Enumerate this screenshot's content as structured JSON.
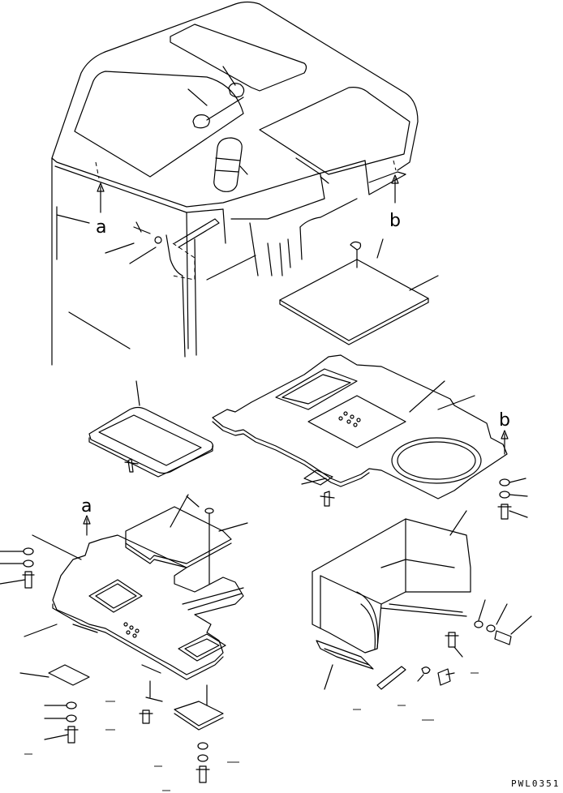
{
  "callouts": {
    "a_upper": "a",
    "b_upper": "b",
    "b_lower": "b",
    "a_lower": "a"
  },
  "drawing_code": "PWL0351"
}
